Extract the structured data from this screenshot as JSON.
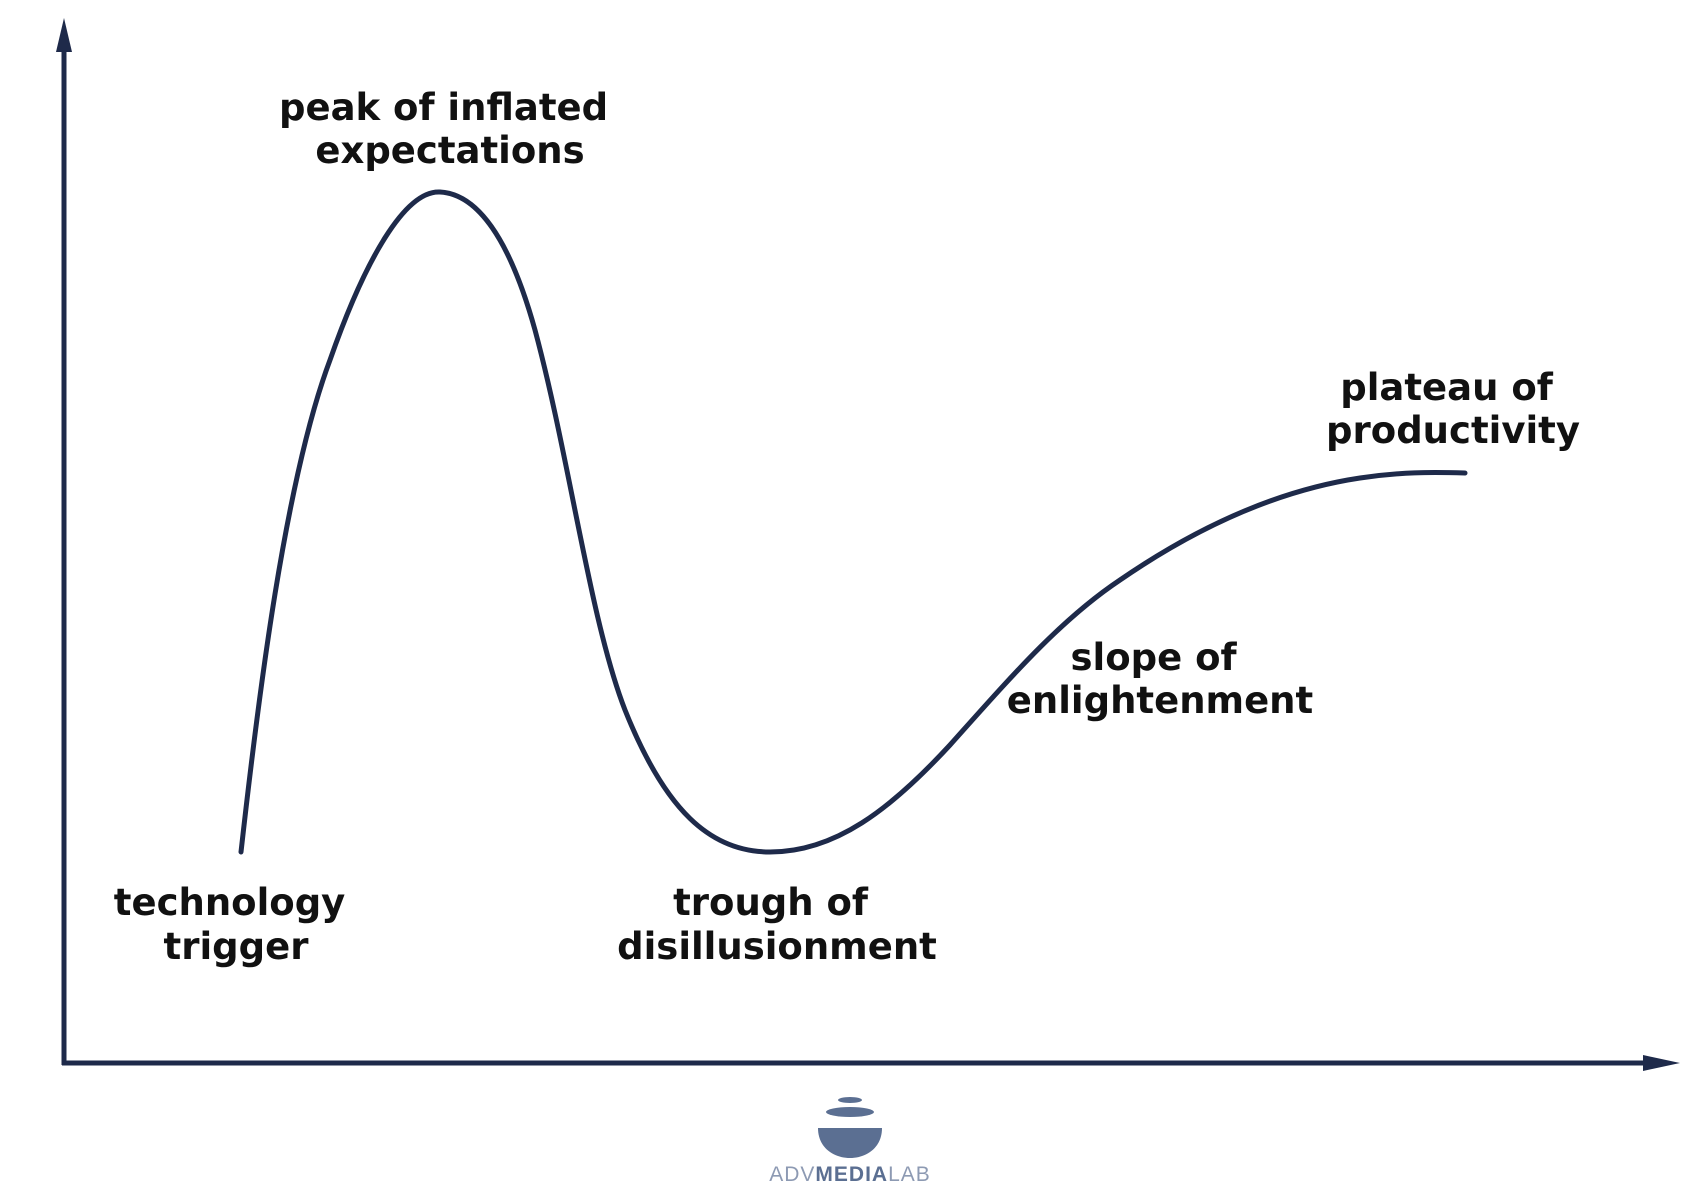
{
  "labels": {
    "technology_trigger": [
      "technology",
      "trigger"
    ],
    "peak": [
      "peak of inflated",
      "expectations"
    ],
    "trough": [
      "trough of",
      "disillusionment"
    ],
    "slope": [
      "slope of",
      "enlightenment"
    ],
    "plateau": [
      "plateau of",
      "productivity"
    ]
  },
  "logo": {
    "part1": "ADV",
    "part2": "MEDIA",
    "part3": "LAB",
    "icon": "stacked-stones-icon"
  },
  "colors": {
    "line": "#1e2a4a",
    "label": "#111111",
    "logo": "#5b6f92"
  }
}
